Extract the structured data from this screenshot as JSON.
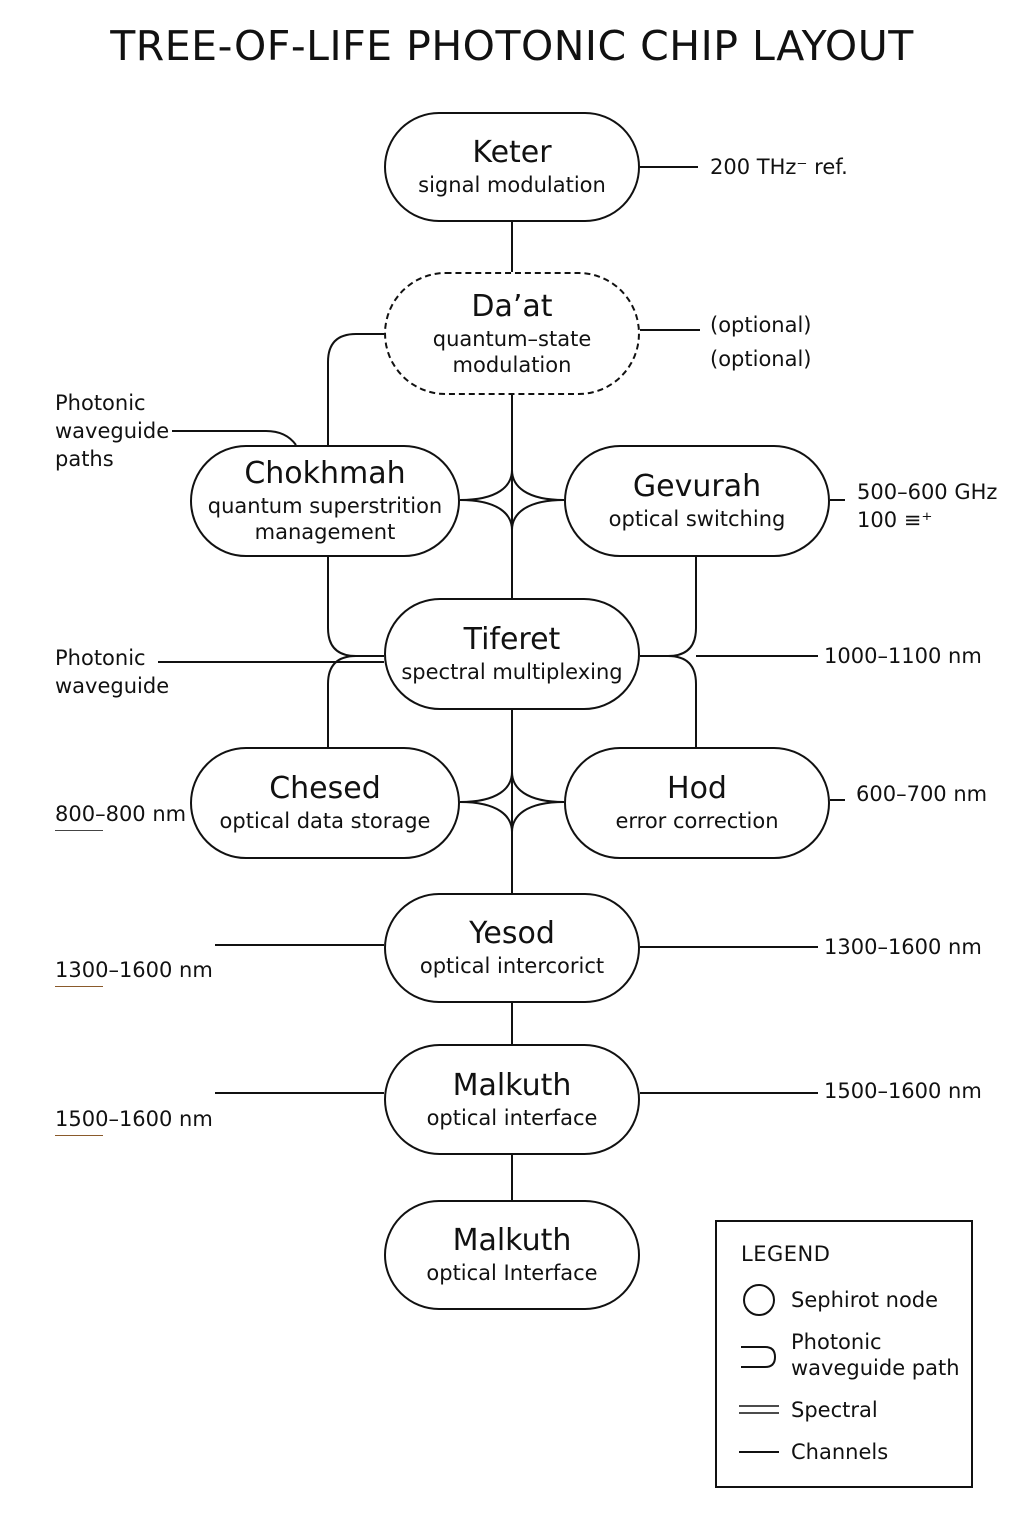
{
  "title": "TREE-OF-LIFE PHOTONIC CHIP LAYOUT",
  "nodes": {
    "keter": {
      "name": "Keter",
      "desc": "signal modulation"
    },
    "daat": {
      "name": "Da’at",
      "desc": "quantum–state\nmodulation"
    },
    "chokhmah": {
      "name": "Chokhmah",
      "desc": "quantum superstrition\nmanagement"
    },
    "gevurah": {
      "name": "Gevurah",
      "desc": "optical switching"
    },
    "tiferet": {
      "name": "Tiferet",
      "desc": "spectral multiplexing"
    },
    "chesed": {
      "name": "Chesed",
      "desc": "optical data storage"
    },
    "hod": {
      "name": "Hod",
      "desc": "error correction"
    },
    "yesod": {
      "name": "Yesod",
      "desc": "optical intercorict"
    },
    "malkuth1": {
      "name": "Malkuth",
      "desc": "optical interface"
    },
    "malkuth2": {
      "name": "Malkuth",
      "desc": "optical Interface"
    }
  },
  "labels": {
    "keter_right": "200 THz⁻ ref.",
    "daat_right": "(optional)\n(optional)",
    "waveguide_paths": "Photonic\nwaveguide\npaths",
    "gevurah_right": "500–600 GHz\n100 ≡⁺",
    "waveguide": "Photonic\nwaveguide",
    "tiferet_right": "1000–1100 nm",
    "chesed_left": "800–800 nm",
    "hod_right": "600–700 nm",
    "yesod_left": "1300–1600 nm",
    "yesod_right": "1300–1600 nm",
    "malkuth_left": "1500–1600 nm",
    "malkuth_right": "1500–1600 nm"
  },
  "legend": {
    "title": "LEGEND",
    "items": [
      {
        "symbol": "circle-icon",
        "label": "Sephirot node"
      },
      {
        "symbol": "waveguide-path-icon",
        "label": "Photonic\nwaveguide path"
      },
      {
        "symbol": "double-line-icon",
        "label": "Spectral"
      },
      {
        "symbol": "single-line-icon",
        "label": "Channels"
      }
    ]
  },
  "colors": {
    "ink": "#111111",
    "accent_underline": "#8a5a2b",
    "background": "#ffffff"
  }
}
